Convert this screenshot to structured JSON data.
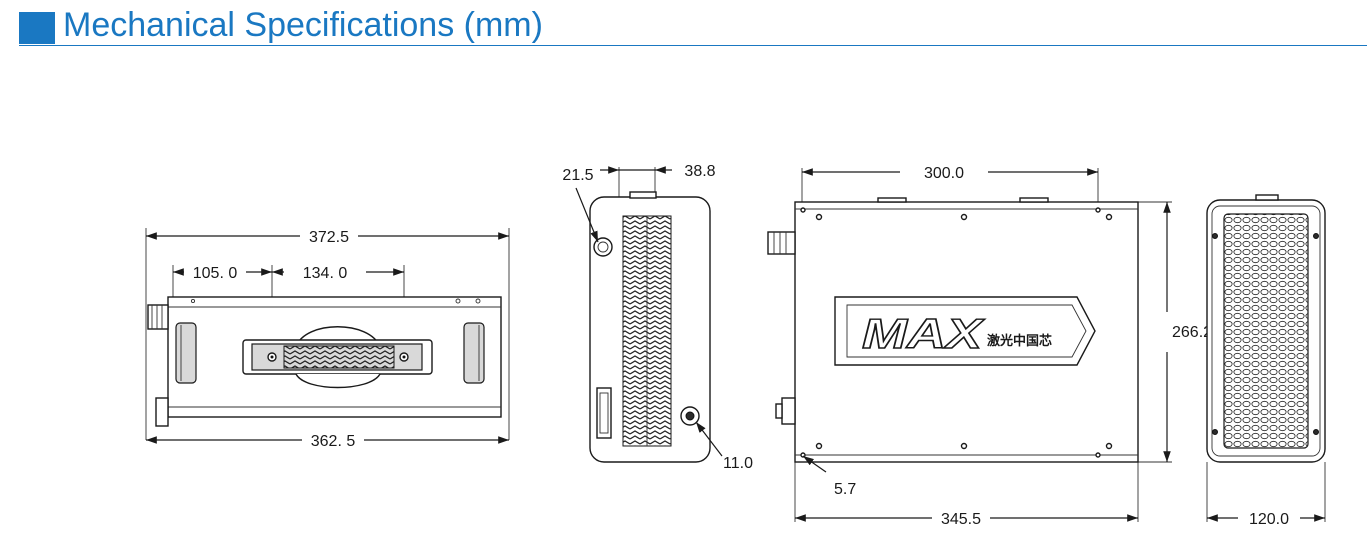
{
  "header": {
    "title": "Mechanical Specifications (mm)",
    "accent_color": "#1a78c2"
  },
  "dimensions": {
    "side_overall_width": "372.5",
    "side_left_offset": "105. 0",
    "side_handle_span": "134. 0",
    "side_body_width": "362. 5",
    "front_left_hole": "21.5",
    "front_top_width": "38.8",
    "front_connector": "11.0",
    "top_hole_spacing": "300.0",
    "top_height": "266.2",
    "top_corner_offset": "5.7",
    "top_overall_length": "345.5",
    "rear_width": "120.0"
  },
  "logo": {
    "brand": "MAX",
    "subtitle": "激光中国芯"
  }
}
